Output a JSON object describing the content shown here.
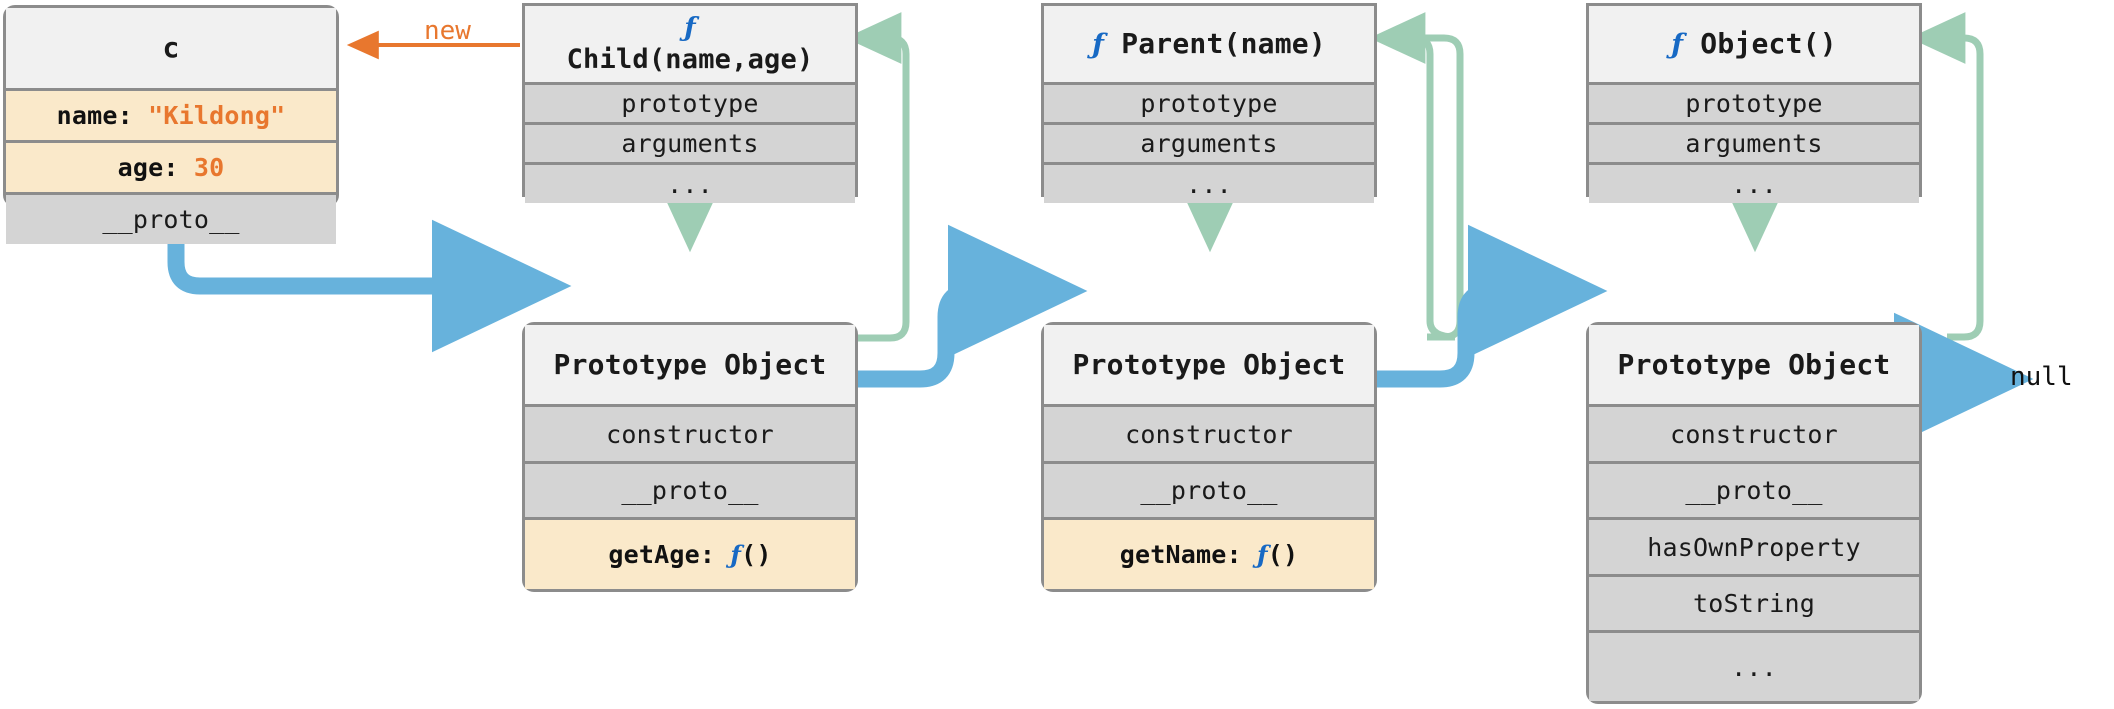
{
  "diagram": {
    "title": "JavaScript prototype chain",
    "colors": {
      "box_border": "#8c8c8c",
      "header_fill": "#f1f1f1",
      "row_fill": "#d4d4d4",
      "property_fill": "#fae9ca",
      "proto_link": "#67b2dc",
      "constructor_link": "#9ecdb4",
      "new_link": "#e8772e",
      "function_glyph": "#1769c4",
      "value_text": "#e8772e"
    }
  },
  "instance": {
    "name": "instance-c",
    "header": "c",
    "rows": [
      {
        "label": "name: \"Kildong\"",
        "key": "name",
        "value": "\"Kildong\"",
        "kind": "property"
      },
      {
        "label": "age: 30",
        "key": "age",
        "value": "30",
        "kind": "property"
      },
      {
        "label": "__proto__",
        "kind": "plain"
      }
    ]
  },
  "labels": {
    "new": "new",
    "null": "null"
  },
  "functions": [
    {
      "name": "child-function",
      "glyph": "ƒ",
      "signature": "Child(name,age)",
      "layout": "two-line",
      "rows": [
        {
          "label": "prototype"
        },
        {
          "label": "arguments"
        },
        {
          "label": "..."
        }
      ]
    },
    {
      "name": "parent-function",
      "glyph": "ƒ",
      "signature": "Parent(name)",
      "layout": "one-line",
      "rows": [
        {
          "label": "prototype"
        },
        {
          "label": "arguments"
        },
        {
          "label": "..."
        }
      ]
    },
    {
      "name": "object-function",
      "glyph": "ƒ",
      "signature": "Object()",
      "layout": "one-line",
      "rows": [
        {
          "label": "prototype"
        },
        {
          "label": "arguments"
        },
        {
          "label": "..."
        }
      ]
    }
  ],
  "prototypes": [
    {
      "name": "child-prototype",
      "header": "Prototype Object",
      "rows": [
        {
          "label": "constructor",
          "kind": "plain"
        },
        {
          "label": "__proto__",
          "kind": "plain"
        },
        {
          "label": "getAge: ƒ()",
          "key": "getAge",
          "value": "ƒ()",
          "kind": "property"
        }
      ]
    },
    {
      "name": "parent-prototype",
      "header": "Prototype Object",
      "rows": [
        {
          "label": "constructor",
          "kind": "plain"
        },
        {
          "label": "__proto__",
          "kind": "plain"
        },
        {
          "label": "getName: ƒ()",
          "key": "getName",
          "value": "ƒ()",
          "kind": "property"
        }
      ]
    },
    {
      "name": "object-prototype",
      "header": "Prototype Object",
      "rows": [
        {
          "label": "constructor",
          "kind": "plain"
        },
        {
          "label": "__proto__",
          "kind": "plain"
        },
        {
          "label": "hasOwnProperty",
          "kind": "plain"
        },
        {
          "label": "toString",
          "kind": "plain"
        },
        {
          "label": "...",
          "kind": "plain"
        }
      ]
    }
  ]
}
